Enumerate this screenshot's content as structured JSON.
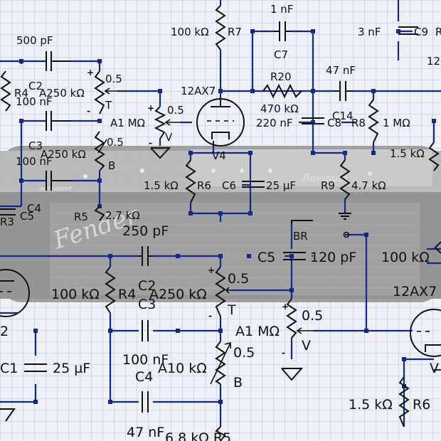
{
  "labels": {
    "c7_value": "1 nF",
    "r7_value": "100 kΩ",
    "r7_name": "R7",
    "c7_name": "C7",
    "c9_value": "3 nF",
    "c9_name": "C9",
    "c9_trail": "R",
    "edge_12": "12",
    "c2_top_value": "500 pF",
    "r20_name": "R20",
    "c14_value_top": "47 nF",
    "c2_top_name": "C2",
    "r4_top": "R4",
    "a250_top": "A250 kΩ",
    "c2_top_100nf": "100 nF",
    "tube_top_name": "12AX7",
    "r20_value": "470 kΩ",
    "c14_name": "C14",
    "c8_value": "220 nF",
    "c8_name": "C8",
    "r8_name": "R8",
    "r8_value": "1 MΩ",
    "a1_top": "A1 MΩ",
    "c3_top_name": "C3",
    "a250_top2": "A250 kΩ",
    "c3_top_100nf": "100 nF",
    "v4_name": "V4",
    "r_right_top_value": "1.5 kΩ",
    "b_top": "B",
    "r6_top_value": "1.5 kΩ",
    "r6_top_name": "R6",
    "c6_name": "C6",
    "c6_value": "25 µF",
    "r9_name": "R9",
    "r9_value": "4.7 kΩ",
    "c4_top_name": "C4",
    "c5_top_name": "C5",
    "r3_top": "R3",
    "r5_top_name": "R5",
    "r5_top_value": "2.7 kΩ",
    "br": "BR",
    "c5_main_name": "C5",
    "c5_main_value": "120 pF",
    "r_right_main_value": "100 kΩ",
    "c_250pf": "250 pF",
    "r_100k_main": "100 kΩ",
    "r4_main": "R4",
    "c2_main": "C2",
    "a250_main": "A250 kΩ",
    "c3_main": "C3",
    "tube_main_name": "12AX7",
    "a1_main": "A1 MΩ",
    "c1_name": "C1",
    "c1_value": "25 µF",
    "c3_100nf_main": "100 nF",
    "a10_main": "A10 kΩ",
    "c4_main": "C4",
    "b_main": "B",
    "r6_main_value": "1.5 kΩ",
    "r6_main_name": "R6",
    "c_47nf_main": "47 nF",
    "r5_main": "6.8 kΩ R5",
    "pot_0_5_a": "0.5",
    "pot_t_a": "T",
    "pot_0_5_b": "0.5",
    "pot_v_a": "V",
    "pot_0_5_c": "0.5",
    "pot_0_5_d": "0.5",
    "pot_t_b": "T",
    "pot_0_5_e": "0.5",
    "pot_v_b": "V",
    "pot_0_5_f": "0.5",
    "panel_brand": "Bassman",
    "panel_instrument": "INSTRUMENT",
    "panel_logo": "Fender",
    "edge_2": "2",
    "edge_v": "V"
  }
}
